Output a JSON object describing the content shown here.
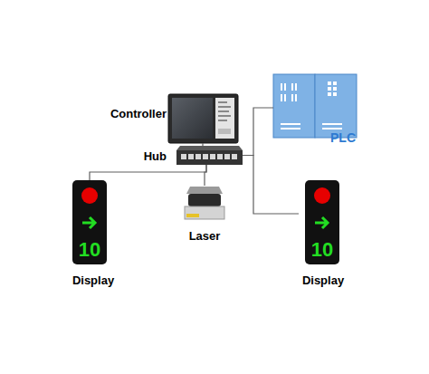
{
  "diagram": {
    "nodes": [
      {
        "text": [
          "Controller"
        ]
      },
      {
        "text": [
          "PLC"
        ]
      },
      {
        "text": [
          "Hub"
        ]
      },
      {
        "text": [
          "10",
          "Display"
        ]
      },
      {
        "text": [
          "Laser"
        ]
      },
      {
        "text": [
          "10",
          "Display"
        ]
      }
    ],
    "edges": [
      {
        "from": 0,
        "to": 2,
        "arrow": "none"
      },
      {
        "from": 2,
        "to": 1,
        "arrow": "none"
      },
      {
        "from": 2,
        "to": 3,
        "arrow": "none"
      },
      {
        "from": 2,
        "to": 4,
        "arrow": "none"
      },
      {
        "from": 2,
        "to": 5,
        "arrow": "none"
      }
    ]
  }
}
